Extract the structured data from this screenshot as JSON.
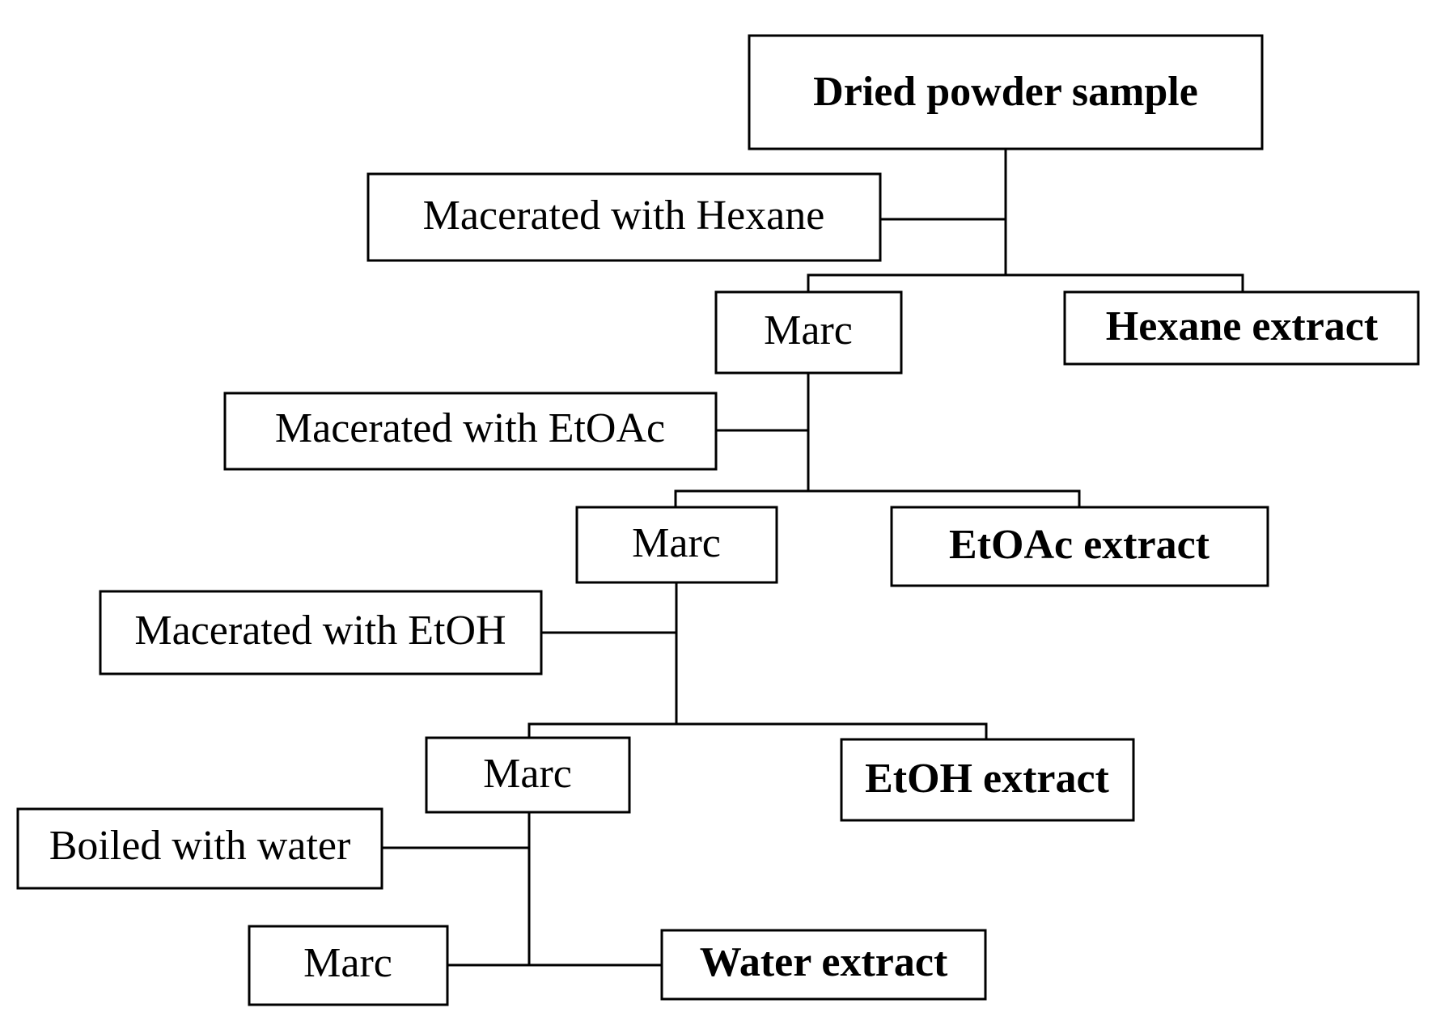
{
  "diagram": {
    "nodes": {
      "dried_powder_sample": "Dried powder sample",
      "macerated_hexane": "Macerated with Hexane",
      "marc_1": "Marc",
      "hexane_extract": "Hexane extract",
      "macerated_etoac": "Macerated with EtOAc",
      "marc_2": "Marc",
      "etoac_extract": "EtOAc extract",
      "macerated_etoh": "Macerated with EtOH",
      "marc_3": "Marc",
      "etoh_extract": "EtOH extract",
      "boiled_water": "Boiled with water",
      "marc_4": "Marc",
      "water_extract": "Water extract"
    },
    "colors": {
      "line": "#000000",
      "background": "#ffffff"
    }
  }
}
